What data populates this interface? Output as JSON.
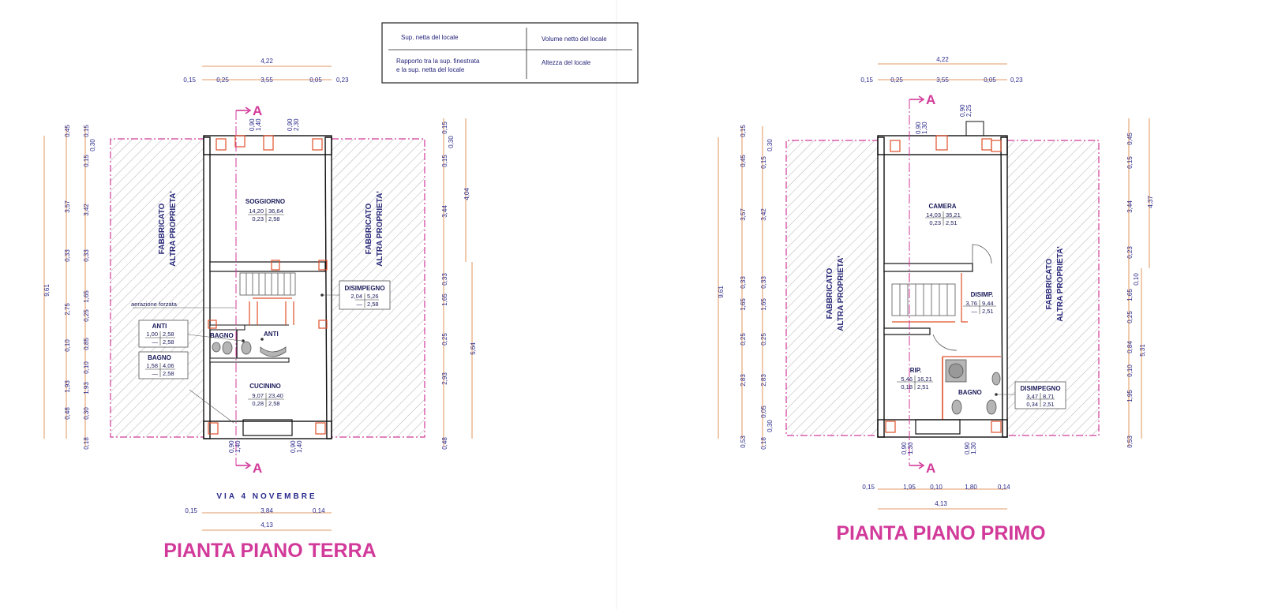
{
  "legend": {
    "net_area": "Sup. netta del locale",
    "net_volume": "Volume netto del locale",
    "window_ratio_line1": "Rapporto tra la sup. finestrata",
    "window_ratio_line2": "e la sup. netta del locale",
    "room_height": "Altezza del locale"
  },
  "section_mark": "A",
  "ground": {
    "title": "PIANTA PIANO TERRA",
    "street": "VIA 4 NOVEMBRE",
    "neighbor_line1": "FABBRICATO",
    "neighbor_line2": "ALTRA PROPRIETA'",
    "forced_air": "aerazione forzata",
    "top_dims": {
      "total": "4,22",
      "a": "0,15",
      "b": "0,25",
      "c": "3,55",
      "d": "0,05",
      "e": "0,23"
    },
    "bottom_dims": {
      "total": "4,13",
      "a": "0,15",
      "b": "3,84",
      "c": "0,14"
    },
    "window_dims_top": [
      "0,90",
      "1,40",
      "0,90",
      "2,30"
    ],
    "window_dims_bottom": [
      "0,90",
      "1,40",
      "0,90",
      "1,40"
    ],
    "left_outer": [
      "0,45",
      "3,57",
      "0,33",
      "2,75",
      "0,10",
      "1,93",
      "0,48",
      "9,61"
    ],
    "left_inner": [
      "0,15",
      "0,30",
      "0,15",
      "3,42",
      "0,33",
      "1,65",
      "0,25",
      "0,85",
      "0,10",
      "1,93",
      "0,30",
      "0,18"
    ],
    "right_inner": [
      "0,15",
      "0,30",
      "0,15",
      "3,44",
      "0,33",
      "1,65",
      "0,25",
      "2,93",
      "0,48"
    ],
    "right_outer": [
      "4,04",
      "5,64"
    ],
    "rooms": [
      {
        "name": "SOGGIORNO",
        "area": "14,20",
        "volume": "36,64",
        "ratio": "0,23",
        "height": "2,58"
      },
      {
        "name": "DISIMPEGNO",
        "area": "2,04",
        "volume": "5,26",
        "ratio": "—",
        "height": "2,58"
      },
      {
        "name": "ANTI",
        "area": "1,00",
        "volume": "2,58",
        "ratio": "—",
        "height": "2,58"
      },
      {
        "name": "BAGNO",
        "area": "1,58",
        "volume": "4,06",
        "ratio": "—",
        "height": "2,58"
      },
      {
        "name": "CUCININO",
        "area": "9,07",
        "volume": "23,40",
        "ratio": "0,28",
        "height": "2,58"
      }
    ],
    "plan_labels": {
      "bagno": "BAGNO",
      "anti": "ANTI"
    }
  },
  "first": {
    "title": "PIANTA PIANO PRIMO",
    "neighbor_line1": "FABBRICATO",
    "neighbor_line2": "ALTRA PROPRIETA'",
    "top_dims": {
      "total": "4,22",
      "a": "0,15",
      "b": "0,25",
      "c": "3,55",
      "d": "0,05",
      "e": "0,23"
    },
    "bottom_dims": {
      "total": "4,13",
      "a": "0,15",
      "b": "1,95",
      "c": "0,10",
      "d": "1,80",
      "e": "0,14"
    },
    "window_dims_top": [
      "0,90",
      "1,30",
      "0,90",
      "2,25"
    ],
    "window_dims_bottom": [
      "0,90",
      "1,30",
      "0,90",
      "1,30"
    ],
    "left_outer": [
      "9,61"
    ],
    "left_mid": [
      "0,15",
      "0,45",
      "3,57",
      "0,33",
      "1,65",
      "0,25",
      "2,83",
      "0,53"
    ],
    "left_inner": [
      "0,30",
      "0,15",
      "3,42",
      "0,33",
      "1,65",
      "0,25",
      "2,83",
      "0,05",
      "0,30",
      "0,18"
    ],
    "right_inner": [
      "0,45",
      "0,15",
      "3,44",
      "0,23",
      "0,10",
      "1,65",
      "0,25",
      "0,84",
      "0,10",
      "1,95",
      "0,53"
    ],
    "right_outer": [
      "4,37",
      "5,31"
    ],
    "rooms": [
      {
        "name": "CAMERA",
        "area": "14,03",
        "volume": "35,21",
        "ratio": "0,23",
        "height": "2,51"
      },
      {
        "name": "DISIMP.",
        "area": "3,76",
        "volume": "9,44",
        "ratio": "—",
        "height": "2,51"
      },
      {
        "name": "RIP.",
        "area": "5,46",
        "volume": "16,21",
        "ratio": "0,18",
        "height": "2,51"
      },
      {
        "name": "DISIMPEGNO",
        "area": "3,47",
        "volume": "8,71",
        "ratio": "0,34",
        "height": "2,51"
      }
    ],
    "plan_labels": {
      "bagno": "BAGNO"
    }
  },
  "colors": {
    "wall": "#111111",
    "pink": "#d23a9a",
    "orange": "#e0502a",
    "ink": "#2a2a8c",
    "hatch": "#9a9a9a"
  }
}
